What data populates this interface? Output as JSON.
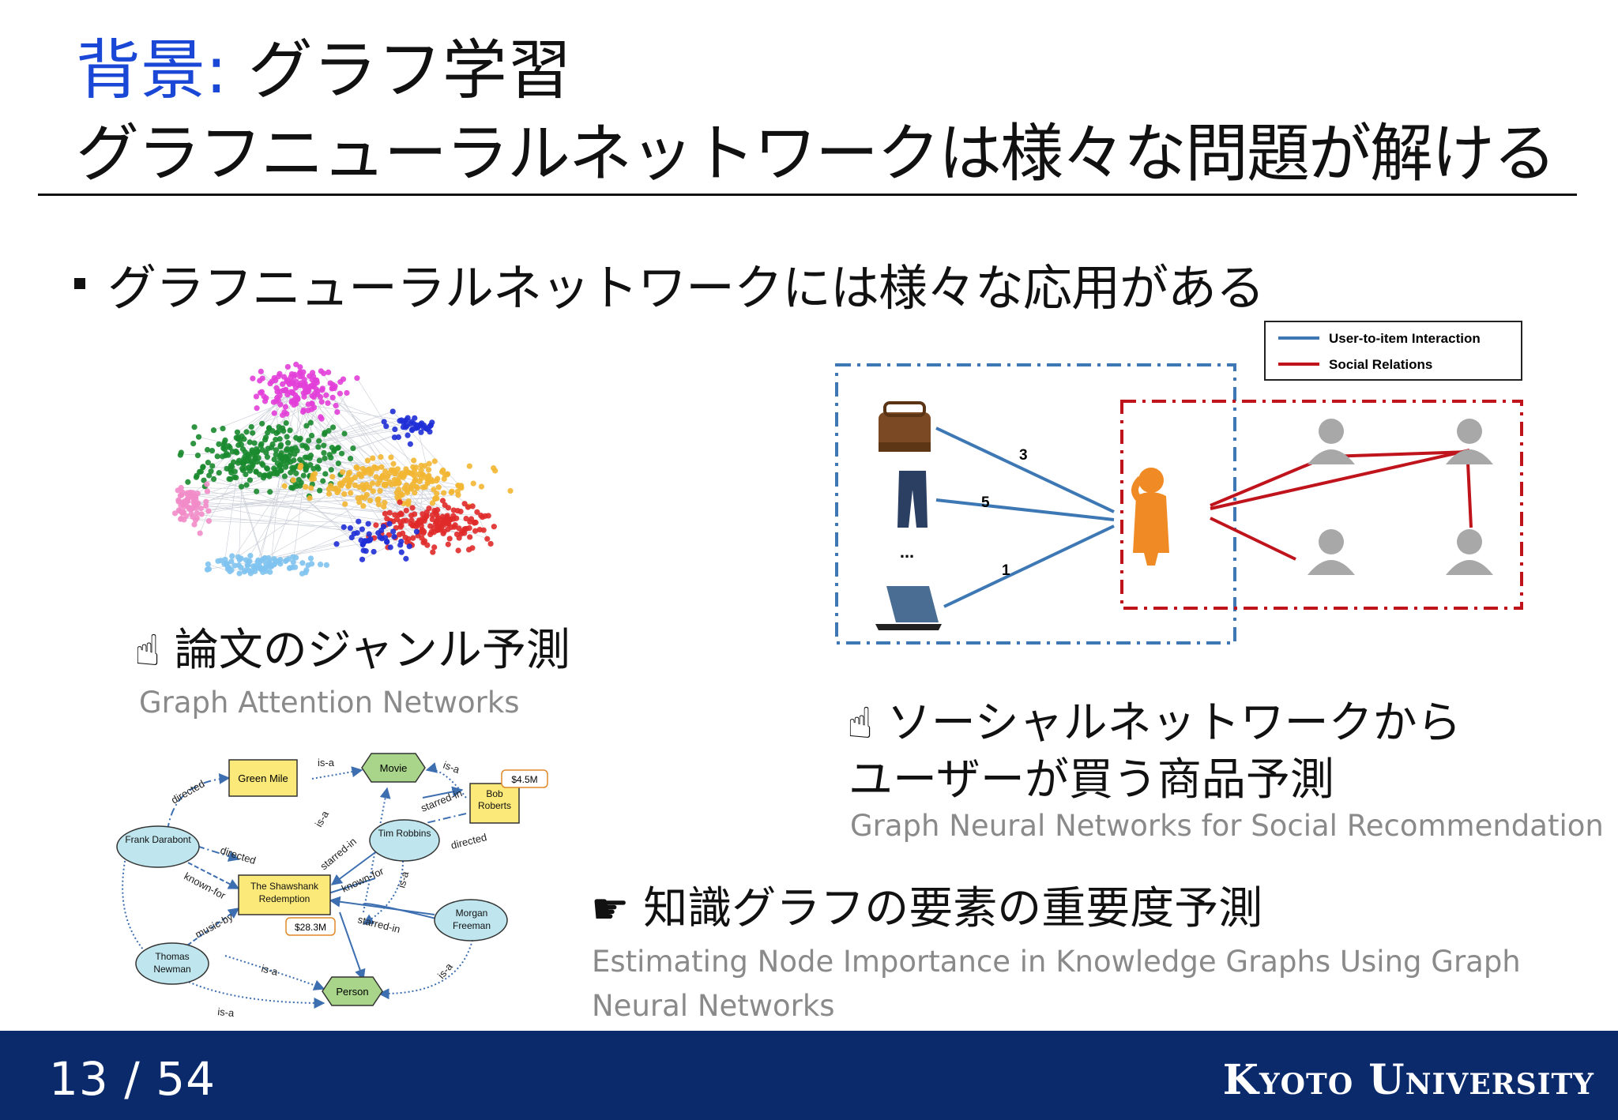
{
  "slide": {
    "title_accent": "背景:",
    "title_rest": " グラフ学習",
    "subtitle": "グラフニューラルネットワークは様々な問題が解ける",
    "bullet": "グラフニューラルネットワークには様々な応用がある",
    "colors": {
      "accent": "#1a47d6",
      "footer": "#0b2a6b"
    }
  },
  "applications": [
    {
      "caption": "論文のジャンル予測",
      "reference": "Graph Attention Networks",
      "icon": "pointing-hand-icon"
    },
    {
      "caption_line1": "ソーシャルネットワークから",
      "caption_line2": "ユーザーが買う商品予測",
      "reference": "Graph Neural Networks for Social Recommendation",
      "icon": "pointing-hand-icon"
    },
    {
      "caption": "知識グラフの要素の重要度予測",
      "reference_line1": "Estimating Node Importance in Knowledge Graphs Using Graph",
      "reference_line2": "Neural Networks",
      "icon": "pointing-hand-right-icon"
    }
  ],
  "social_figure": {
    "legend": [
      "User-to-item Interaction",
      "Social Relations"
    ],
    "edge_weights": [
      "3",
      "5",
      "1"
    ],
    "ellipsis": "...",
    "colors": {
      "interaction": "#3d78b4",
      "social": "#c0141c",
      "user": "#f08a24",
      "people": "#a8a8a8"
    }
  },
  "knowledge_graph": {
    "nodes": {
      "green_mile": "Green Mile",
      "movie": "Movie",
      "bob_roberts": "Bob Roberts",
      "frank": "Frank Darabont",
      "tim": "Tim Robbins",
      "shawshank": "The Shawshank Redemption",
      "morgan": "Morgan Freeman",
      "thomas": "Thomas Newman",
      "person": "Person"
    },
    "values": {
      "bob_roberts": "$4.5M",
      "shawshank": "$28.3M"
    },
    "edges": {
      "directed": "directed",
      "is_a": "is-a",
      "starred_in": "starred-in",
      "known_for": "known-for",
      "music_by": "music-by"
    }
  },
  "footer": {
    "page": "13 / 54",
    "university": "Kyoto University"
  }
}
